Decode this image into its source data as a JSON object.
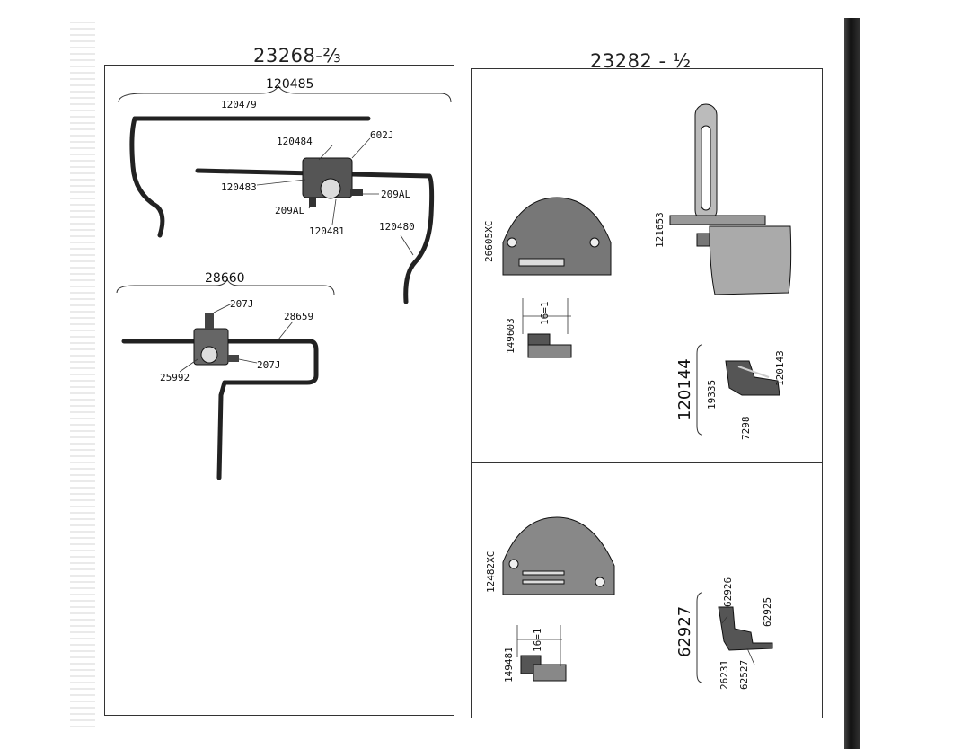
{
  "left_panel": {
    "title": "23268-⅔",
    "assembly_1": {
      "group_label": "120485",
      "parts": {
        "rod": "120479",
        "clamp_top": "120484",
        "screw_top": "602J",
        "clamp_left": "120483",
        "screw_right": "209AL",
        "screw_bottom": "209AL",
        "clamp_body": "120481",
        "guide": "120480"
      }
    },
    "assembly_2": {
      "group_label": "28660",
      "parts": {
        "screw_top": "207J",
        "guide": "28659",
        "screw_right": "207J",
        "clamp": "25992"
      }
    }
  },
  "right_panel": {
    "title": "23282 - ½",
    "top_section": {
      "throat_plate": "26605XC",
      "feed_dog": "149603",
      "feed_spec": "16=1",
      "edge_guide": "121653",
      "foot_group": "120144",
      "foot_parts": [
        "19335",
        "120143",
        "7298"
      ]
    },
    "bottom_section": {
      "throat_plate": "12482XC",
      "feed_dog": "149481",
      "feed_spec": "16=1",
      "foot_group": "62927",
      "foot_parts": [
        "62926",
        "62925",
        "26231",
        "62527"
      ]
    }
  }
}
